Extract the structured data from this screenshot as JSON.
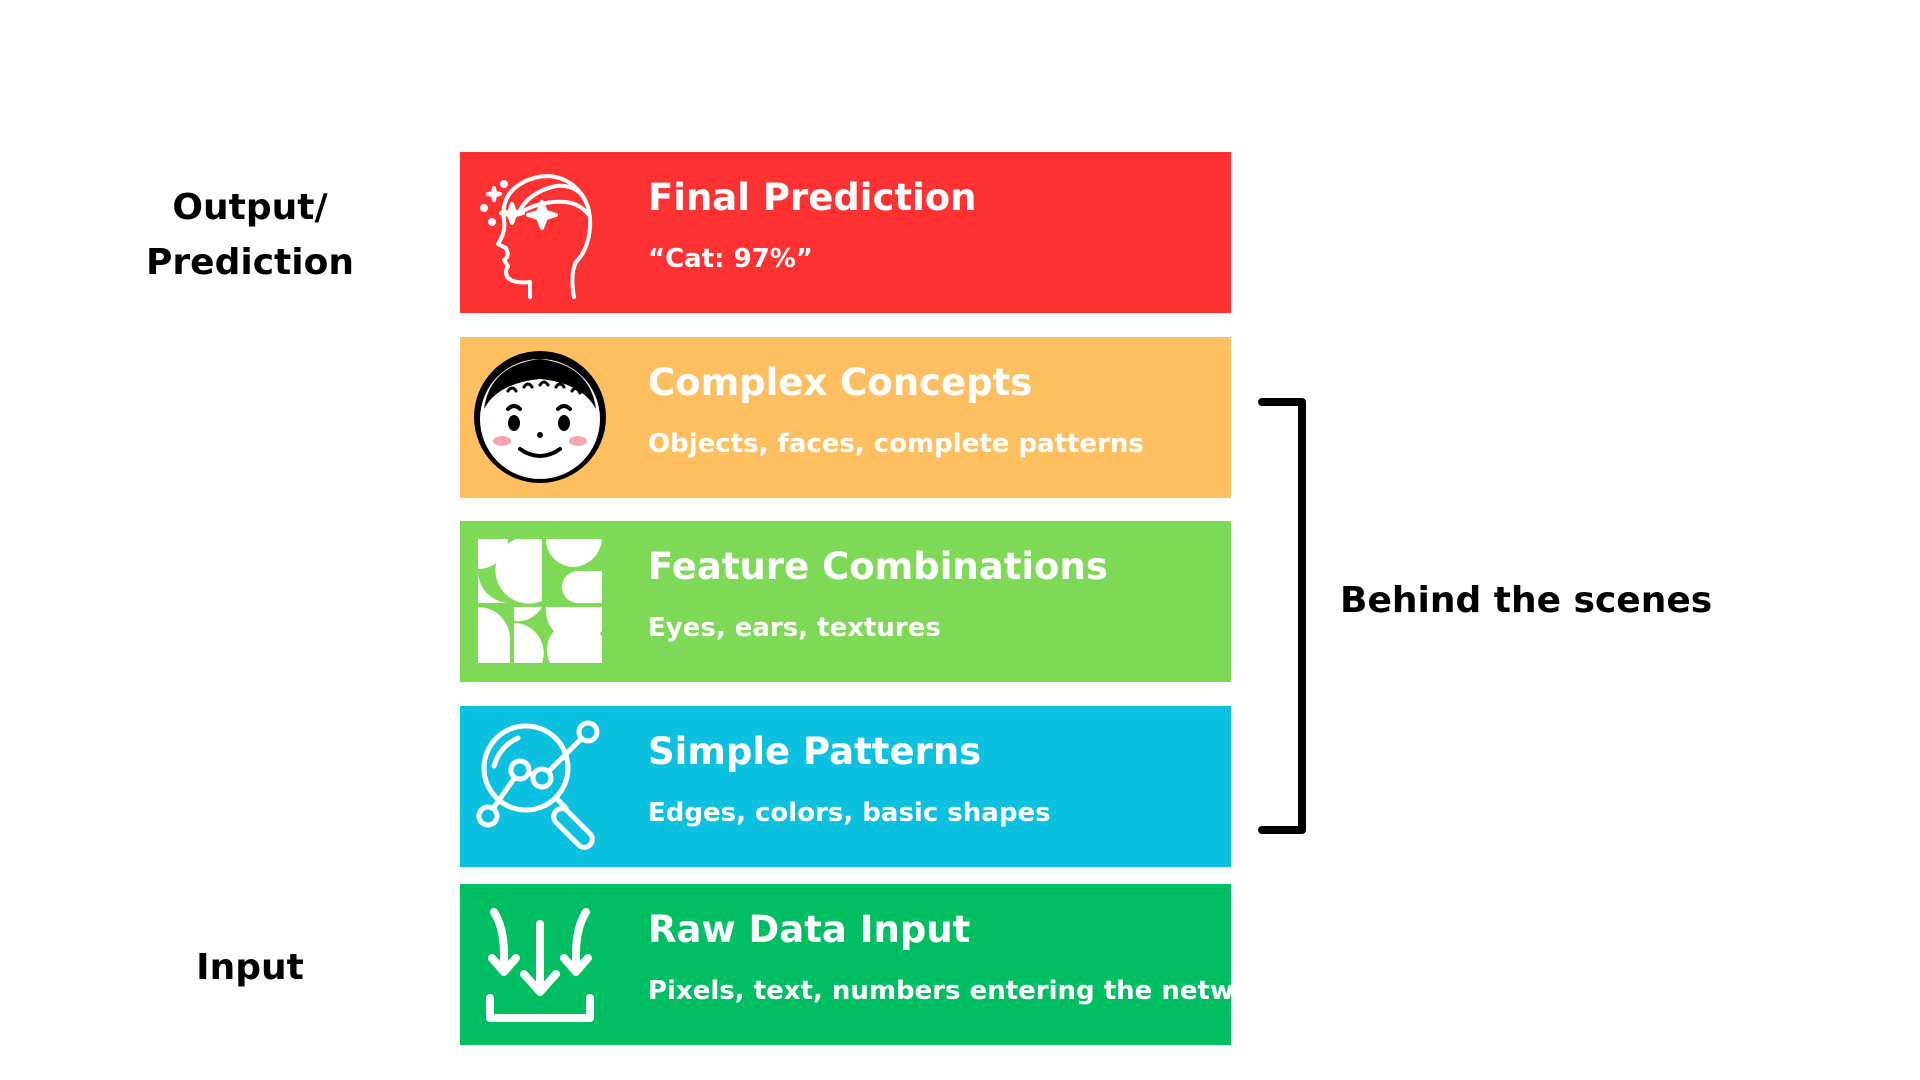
{
  "labels": {
    "output_line1": "Output/",
    "output_line2": "Prediction",
    "input": "Input",
    "behind": "Behind the scenes"
  },
  "layers": [
    {
      "title": "Final Prediction",
      "subtitle": "“Cat: 97%”",
      "color": "#fe3232",
      "icon": "mind-sparkle-head-icon"
    },
    {
      "title": "Complex Concepts",
      "subtitle": "Objects, faces, complete patterns",
      "color": "#fdbf5f",
      "icon": "smiling-face-icon"
    },
    {
      "title": "Feature Combinations",
      "subtitle": "Eyes, ears, textures",
      "color": "#7ed957",
      "icon": "geometric-pattern-icon"
    },
    {
      "title": "Simple Patterns",
      "subtitle": "Edges, colors, basic shapes",
      "color": "#0cc0df",
      "icon": "magnifier-analysis-icon"
    },
    {
      "title": "Raw Data Input",
      "subtitle": "Pixels, text, numbers entering the network",
      "color": "#00bf63",
      "icon": "arrows-into-tray-icon"
    }
  ]
}
